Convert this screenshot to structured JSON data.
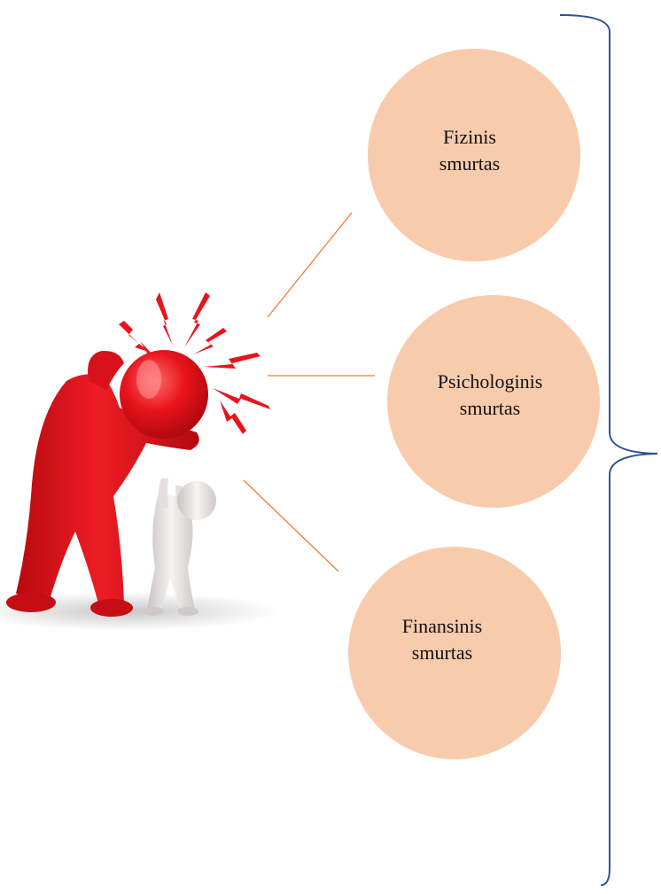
{
  "colors": {
    "circle_fill": "#f8cbad",
    "connector": "#ed7d31",
    "brace": "#2f5597",
    "figure_red": "#e8131b",
    "figure_white": "#e9e4e4"
  },
  "illustration": {
    "icon": "angry-red-figure-yelling-at-small-white-figure-icon"
  },
  "categories": [
    {
      "label": "Fizinis\nsmurtas"
    },
    {
      "label": "Psichologinis\nsmurtas"
    },
    {
      "label": "Finansinis\nsmurtas"
    }
  ]
}
